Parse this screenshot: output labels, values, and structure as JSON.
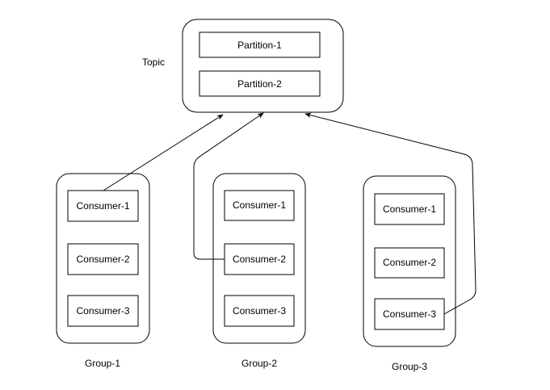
{
  "topic": {
    "label": "Topic",
    "partitions": [
      "Partition-1",
      "Partition-2"
    ]
  },
  "groups": [
    {
      "label": "Group-1",
      "consumers": [
        "Consumer-1",
        "Consumer-2",
        "Consumer-3"
      ]
    },
    {
      "label": "Group-2",
      "consumers": [
        "Consumer-1",
        "Consumer-2",
        "Consumer-3"
      ]
    },
    {
      "label": "Group-3",
      "consumers": [
        "Consumer-1",
        "Consumer-2",
        "Consumer-3"
      ]
    }
  ],
  "colors": {
    "stroke": "#000000",
    "background": "#ffffff"
  }
}
